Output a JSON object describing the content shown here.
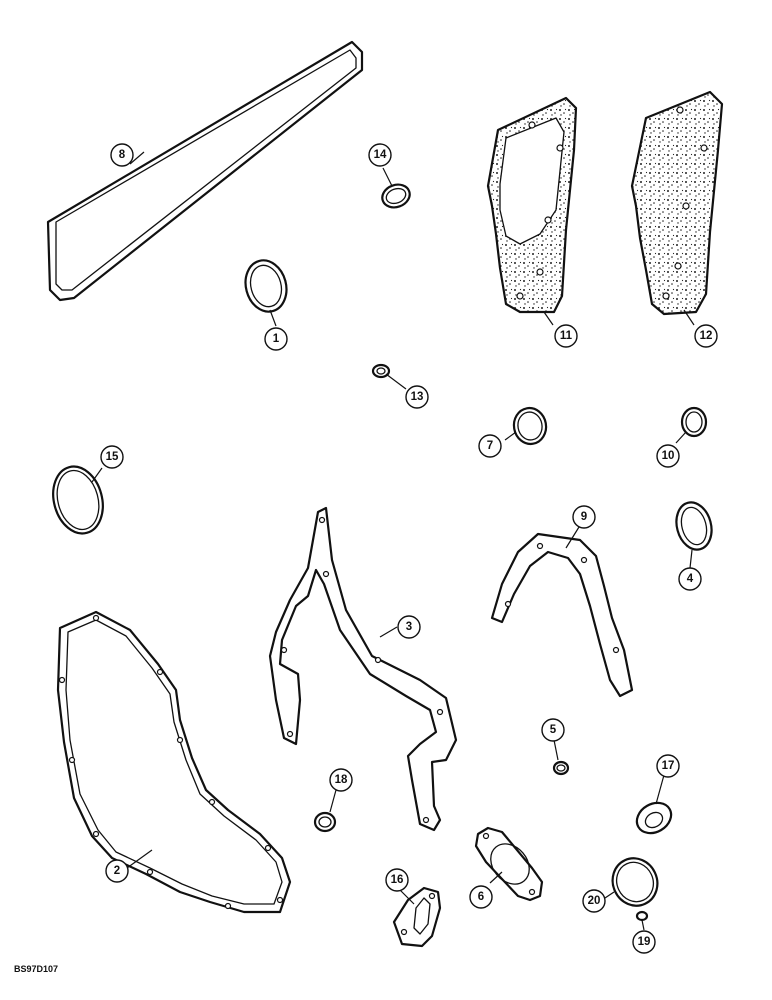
{
  "drawing_id": "BS97D107",
  "callouts": [
    "8",
    "14",
    "1",
    "11",
    "12",
    "13",
    "7",
    "10",
    "15",
    "9",
    "4",
    "3",
    "5",
    "17",
    "18",
    "2",
    "6",
    "16",
    "20",
    "19"
  ]
}
